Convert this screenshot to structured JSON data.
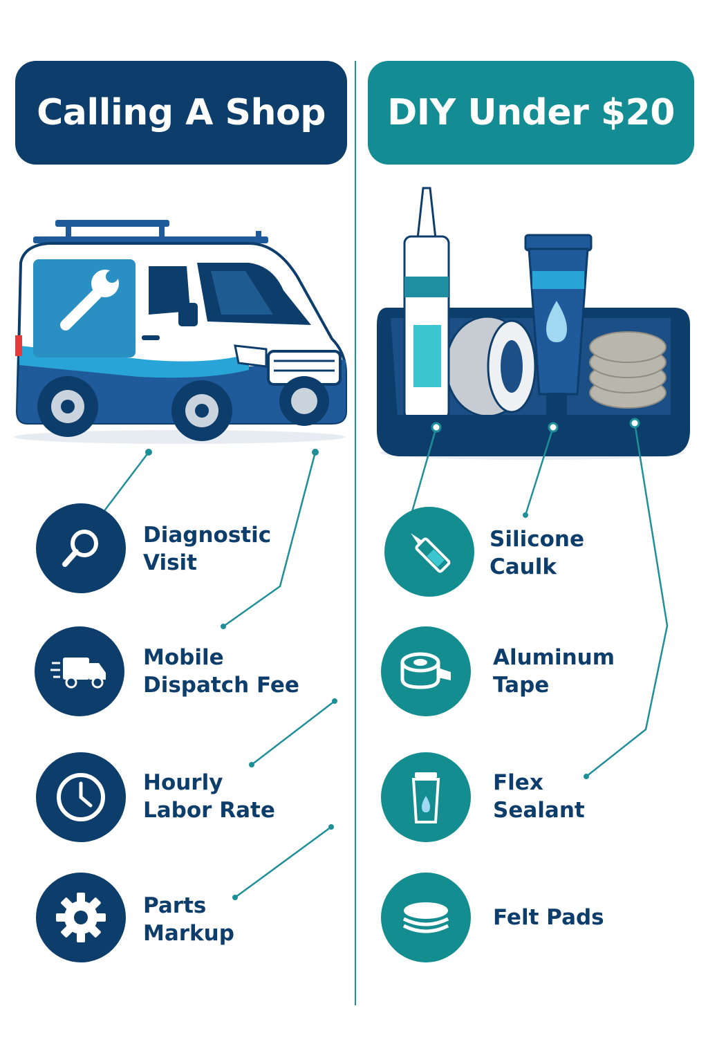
{
  "headers": {
    "left": "Calling A Shop",
    "right": "DIY Under $20"
  },
  "left_items": [
    {
      "line1": "Diagnostic",
      "line2": "Visit",
      "icon": "magnifier-icon"
    },
    {
      "line1": "Mobile",
      "line2": "Dispatch Fee",
      "icon": "delivery-truck-icon"
    },
    {
      "line1": "Hourly",
      "line2": "Labor Rate",
      "icon": "clock-icon"
    },
    {
      "line1": "Parts",
      "line2": "Markup",
      "icon": "gear-icon"
    }
  ],
  "right_items": [
    {
      "line1": "Silicone",
      "line2": "Caulk",
      "icon": "caulk-tube-icon"
    },
    {
      "line1": "Aluminum",
      "line2": "Tape",
      "icon": "tape-roll-icon"
    },
    {
      "line1": "Flex",
      "line2": "Sealant",
      "icon": "sealant-cup-icon"
    },
    {
      "line1": "Felt Pads",
      "line2": "",
      "icon": "felt-pads-icon"
    }
  ],
  "colors": {
    "navy": "#0d3d6b",
    "teal": "#138d93",
    "line": "#1e8f99"
  },
  "illustrations": {
    "left": "service-van-illustration",
    "right": "diy-supplies-tray-illustration"
  }
}
